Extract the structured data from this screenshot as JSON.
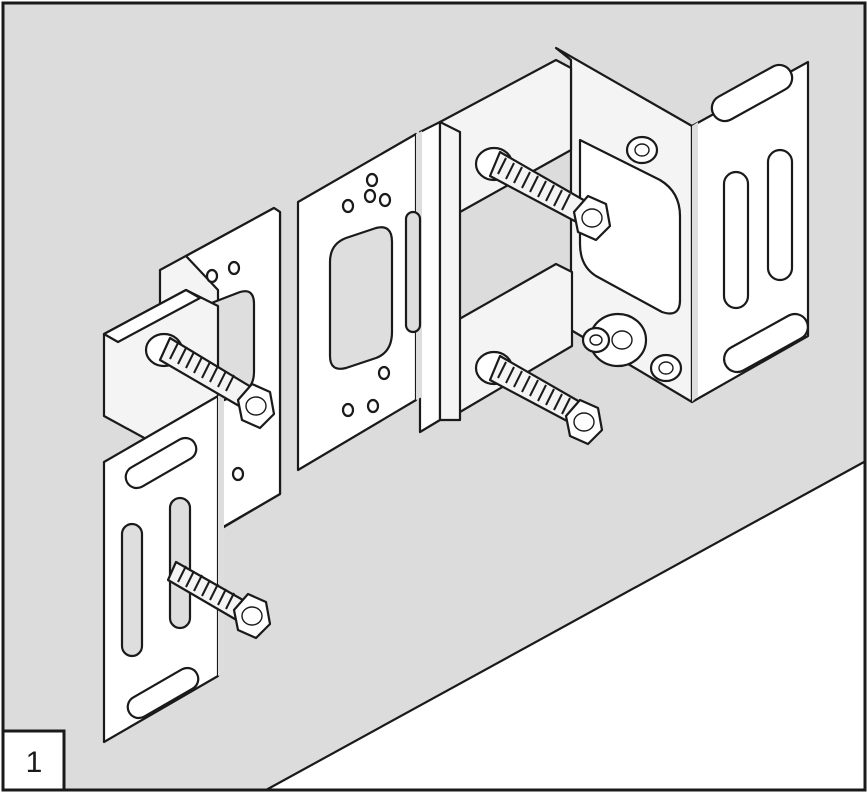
{
  "step": {
    "number": "1"
  },
  "colors": {
    "wall": "#dcdcdc",
    "floor": "#ffffff",
    "line": "#1a1a1a",
    "metal": "#f4f4f4"
  },
  "parts": [
    "left-angle-bracket",
    "center-mount-plate",
    "right-angle-bracket",
    "threaded-bolt",
    "hex-nut",
    "washer",
    "hex-socket-screw"
  ]
}
